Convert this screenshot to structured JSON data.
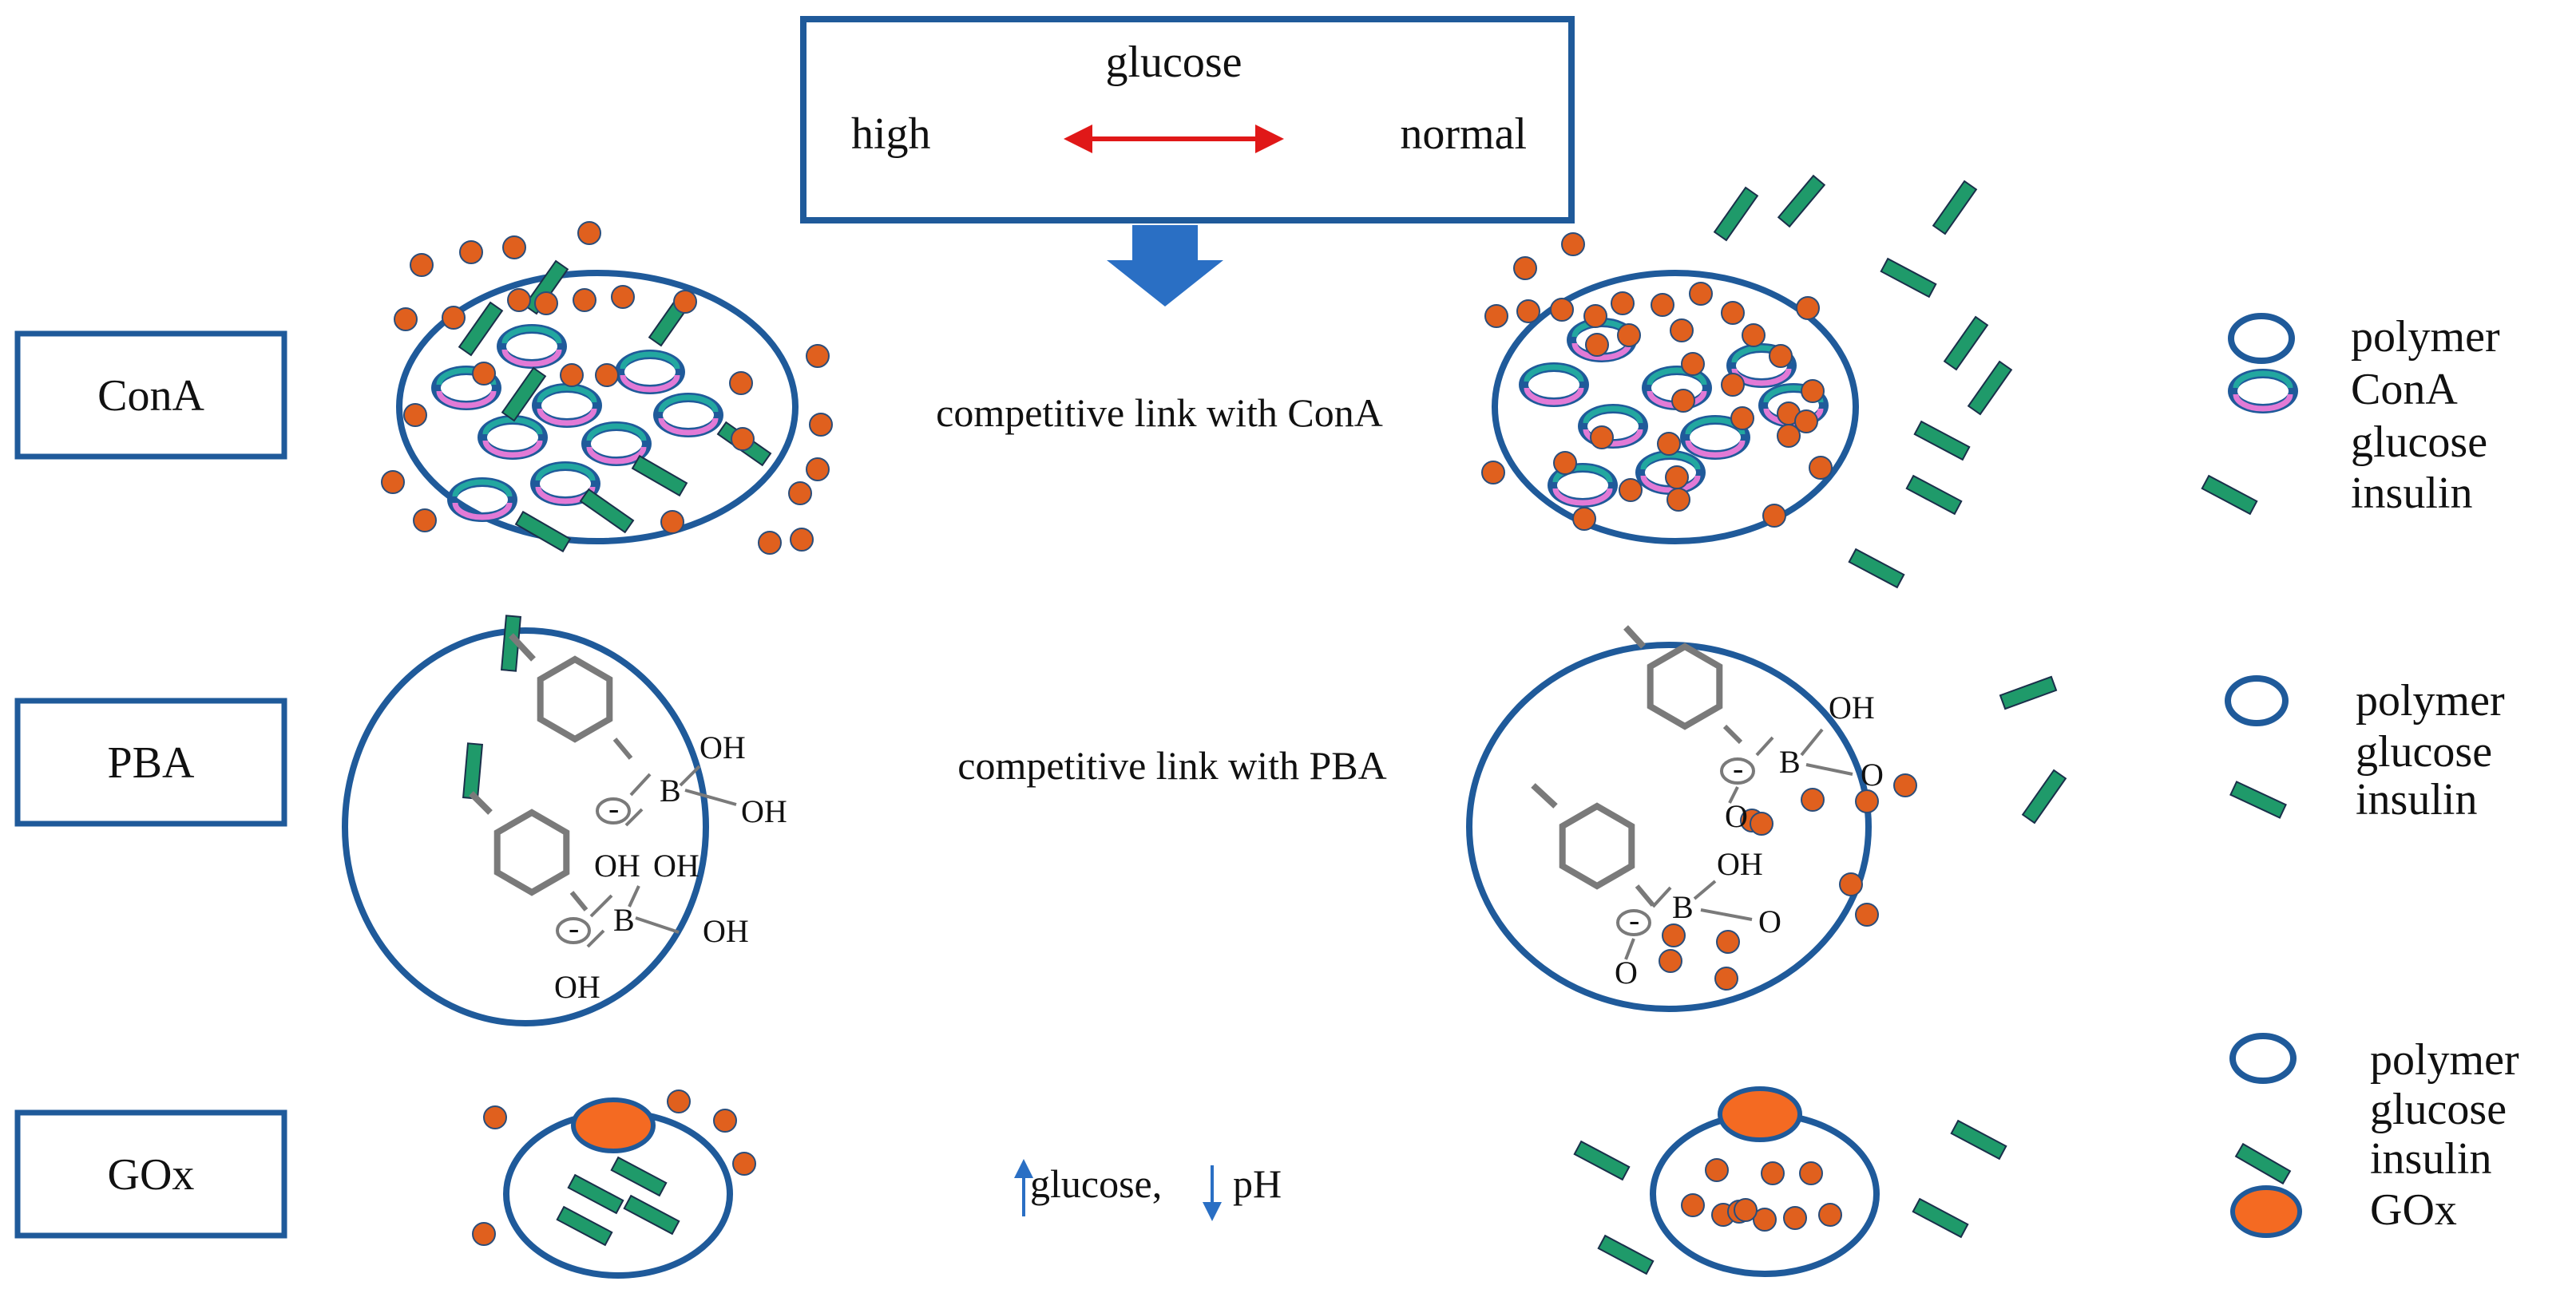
{
  "colors": {
    "polymer": "#1f5a9a",
    "glucose": "#e0601e",
    "insulin": "#1f9a6a",
    "gox": "#f46a22",
    "arrow_red": "#e01818",
    "arrow_blue": "#2a6fc4",
    "chem": "#7a7a7a"
  },
  "header": {
    "title": "glucose",
    "left": "high",
    "right": "normal"
  },
  "rows": {
    "cona": {
      "label": "ConA",
      "caption": "competitive link with ConA"
    },
    "pba": {
      "label": "PBA",
      "caption": "competitive link with PBA"
    },
    "gox": {
      "label": "GOx",
      "caption_a": "glucose,",
      "caption_b": "pH"
    }
  },
  "chem": {
    "oh": "OH",
    "b": "B",
    "o": "O",
    "minus": "-"
  },
  "legends": {
    "cona": [
      "polymer",
      "ConA",
      "glucose",
      "insulin"
    ],
    "pba": [
      "polymer",
      "glucose",
      "insulin"
    ],
    "gox": [
      "polymer",
      "glucose",
      "insulin",
      "GOx"
    ]
  }
}
